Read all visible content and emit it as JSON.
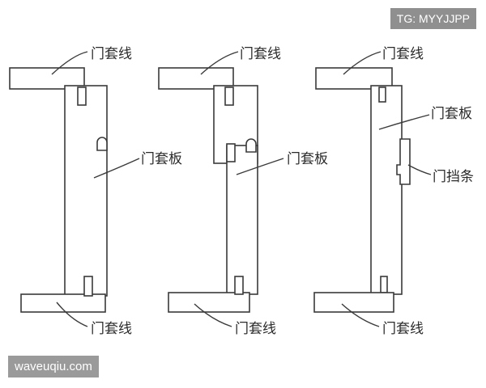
{
  "labels": {
    "door_casing_line": "门套线",
    "door_casing_board": "门套板",
    "door_stop_strip": "门挡条"
  },
  "watermarks": {
    "top_right": "TG: MYYJJPP",
    "bottom_left": "waveuqiu.com"
  },
  "colors": {
    "line": "#3a3a3a",
    "text": "#2b2b2b",
    "watermark_bg": "#8f8f8f"
  }
}
